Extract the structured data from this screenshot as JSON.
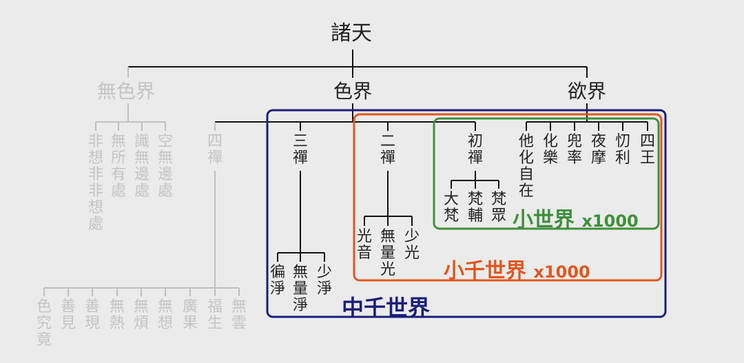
{
  "root": "諸天",
  "level1": {
    "formless": "無色界",
    "form": "色界",
    "desire": "欲界"
  },
  "formless_heavens": [
    "非想非非想處",
    "無所有處",
    "識無邊處",
    "空無邊處"
  ],
  "form_realm": {
    "fourth_dhyana": "四禪",
    "third_dhyana": "三禪",
    "second_dhyana": "二禪",
    "first_dhyana": "初禪"
  },
  "fourth_dhyana_heavens": [
    "色究竟",
    "善見",
    "善現",
    "無熱",
    "無煩",
    "無想",
    "廣果",
    "福生",
    "無雲"
  ],
  "third_dhyana_heavens": [
    "徧淨",
    "無量淨",
    "少淨"
  ],
  "second_dhyana_heavens": [
    "光音",
    "無量光",
    "少光"
  ],
  "first_dhyana_heavens": [
    "大梵",
    "梵輔",
    "梵眾"
  ],
  "desire_heavens": [
    "他化自在",
    "化樂",
    "兜率",
    "夜摩",
    "忉利",
    "四王"
  ],
  "boxes": {
    "small": {
      "label": "小世界",
      "multiplier": "x1000",
      "color": "#3f8f3a"
    },
    "middle": {
      "label": "小千世界",
      "multiplier": "x1000",
      "color": "#e0571f"
    },
    "large": {
      "label": "中千世界",
      "color": "#1c1d7a"
    }
  }
}
